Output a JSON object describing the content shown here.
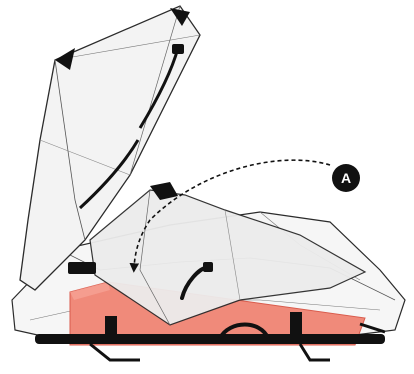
{
  "diagram": {
    "callouts": [
      {
        "id": "A",
        "label": "A"
      }
    ],
    "colors": {
      "shell": "#f7f7f7",
      "panel": "#ececec",
      "outline": "#2b2b2b",
      "pad": "#f08a7a",
      "pad_edge": "#d95b4c",
      "strap": "#111111",
      "callout_fill": "#111111",
      "callout_text": "#ffffff"
    },
    "icons": [
      "callout-badge",
      "dashed-arrow",
      "strap",
      "handle",
      "buckle"
    ]
  }
}
